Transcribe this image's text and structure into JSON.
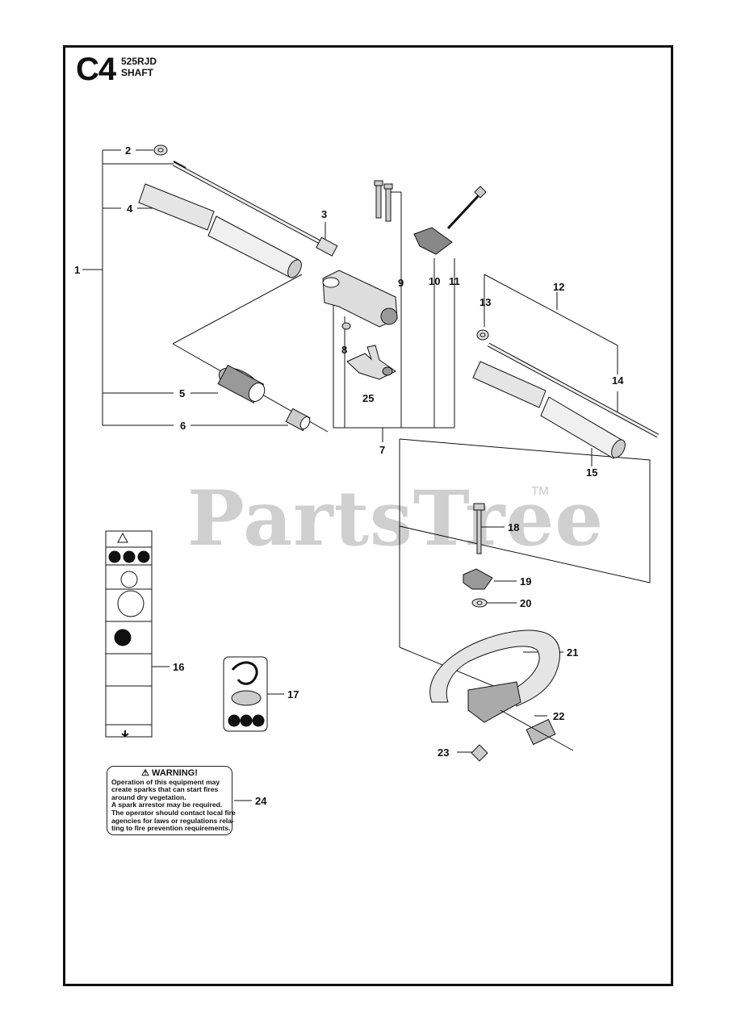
{
  "header": {
    "section_code": "C4",
    "model": "525RJD",
    "section_name": "SHAFT"
  },
  "watermark": {
    "text": "PartsTree",
    "trademark": "TM"
  },
  "callouts": [
    "1",
    "2",
    "3",
    "4",
    "5",
    "6",
    "7",
    "8",
    "9",
    "10",
    "11",
    "12",
    "13",
    "14",
    "15",
    "16",
    "17",
    "18",
    "19",
    "20",
    "21",
    "22",
    "23",
    "24",
    "25"
  ],
  "warning_decal": {
    "title": "WARNING!",
    "lines": [
      "Operation of this equipment may",
      "create sparks that can start fires",
      "around dry vegetation.",
      "A spark arrestor may be required.",
      "The operator should contact local fire",
      "agencies for laws or regulations rela-",
      "ting to fire prevention requirements."
    ]
  },
  "colors": {
    "line": "#111111",
    "watermark": "#cfcfcf",
    "part_fill": "#d9d9d9"
  }
}
